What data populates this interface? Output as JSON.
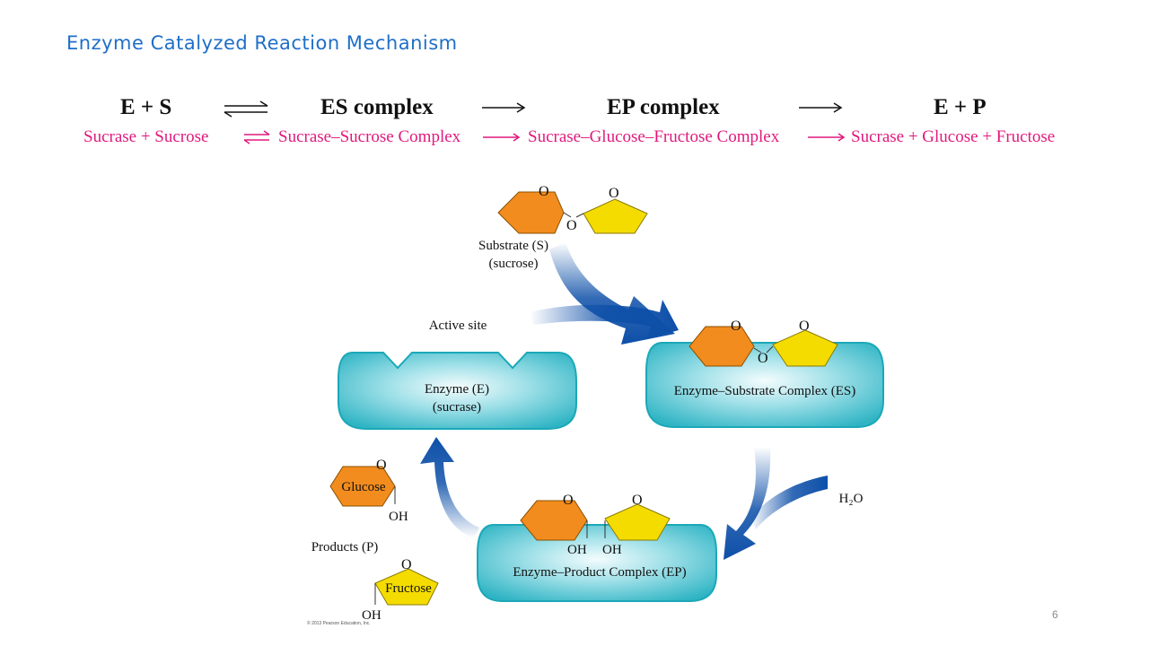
{
  "slide": {
    "title": "Enzyme Catalyzed Reaction Mechanism",
    "page_number": "6",
    "copyright": "© 2013 Pearson Education, Inc."
  },
  "equation": {
    "general": {
      "e_plus_s": "E + S",
      "es": "ES complex",
      "ep": "EP complex",
      "e_plus_p": "E + P"
    },
    "specific": {
      "reactants": "Sucrase + Sucrose",
      "es": "Sucrase–Sucrose Complex",
      "ep": "Sucrase–Glucose–Fructose Complex",
      "products": "Sucrase + Glucose + Fructose"
    }
  },
  "diagram": {
    "substrate_label": [
      "Substrate (S)",
      "(sucrose)"
    ],
    "active_site": "Active site",
    "enzyme_label": [
      "Enzyme (E)",
      "(sucrase)"
    ],
    "es_label": "Enzyme–Substrate Complex (ES)",
    "ep_label": "Enzyme–Product Complex (EP)",
    "water": "H₂O",
    "products_label": "Products (P)",
    "glucose": "Glucose",
    "fructose": "Fructose",
    "oxygen": "O",
    "hydroxyl": "OH",
    "colors": {
      "glucose": "#f28c1e",
      "fructose": "#f5dc00",
      "enzyme": "#3dc1cf",
      "arrow": "#0d4fa8"
    }
  }
}
